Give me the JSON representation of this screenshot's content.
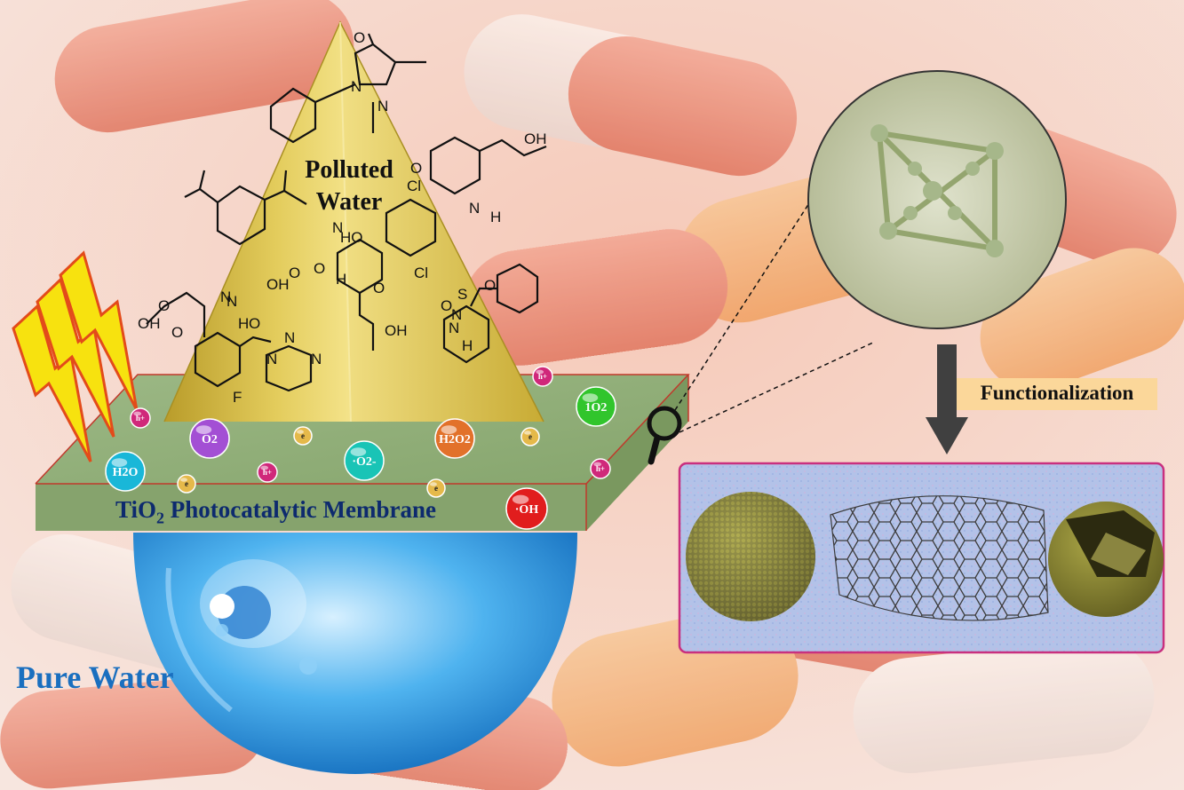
{
  "labels": {
    "polluted_line1": "Polluted",
    "polluted_line2": "Water",
    "membrane_prefix": "TiO",
    "membrane_sub": "2",
    "membrane_suffix": " Photocatalytic Membrane",
    "pure_water": "Pure Water",
    "functionalization": "Functionalization"
  },
  "species": {
    "h2o": "H2O",
    "o2": "O2",
    "singlet_o2": "1O2",
    "superoxide": "·O2-",
    "h2o2": "H2O2",
    "hydroxyl": "·OH",
    "electron": "e",
    "hole": "h+"
  },
  "molecule_atom_labels": [
    "O",
    "N",
    "N",
    "O",
    "OH",
    "N",
    "H",
    "Cl",
    "Cl",
    "HO",
    "O",
    "OH",
    "O",
    "N",
    "H",
    "O",
    "OH",
    "N",
    "H",
    "S",
    "O",
    "O",
    "N",
    "H",
    "O",
    "OH",
    "O",
    "N",
    "O",
    "F",
    "N",
    "N",
    "N",
    "N"
  ],
  "colors": {
    "background": "#f3d2c8",
    "capsule_red": "#d8462a",
    "capsule_orange": "#e9833a",
    "pyramid": "#d9c24e",
    "membrane_top": "#8bab74",
    "membrane_side": "#7d9c66",
    "membrane_edge": "#c0392b",
    "water_drop": "#2b8fd8",
    "h2o_ball": "#19b7d8",
    "o2_ball": "#a34fd4",
    "singlet_o2_ball": "#31c52c",
    "superoxide_ball": "#19c4b6",
    "h2o2_ball": "#e2712a",
    "hydroxyl_ball": "#e11d1d",
    "electron_ball": "#e5b94a",
    "hole_ball": "#d0287a",
    "func_label_bg": "#fbd79a",
    "nano_panel_border": "#c9307f",
    "nano_panel_bg": "#aebfe6",
    "nanoparticle": "#8c8a2e",
    "pure_water_text": "#1a6fbf"
  }
}
